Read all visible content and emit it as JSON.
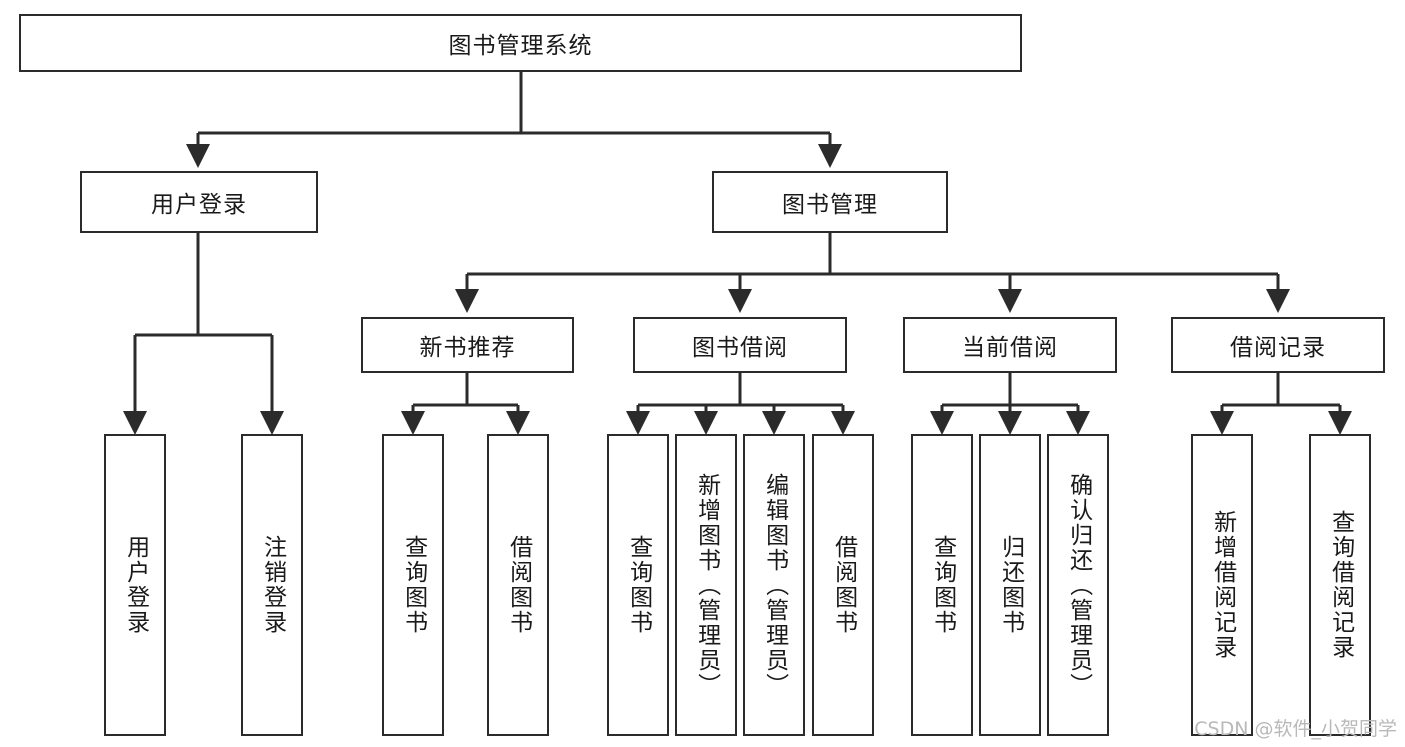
{
  "diagram": {
    "title": "图书管理系统",
    "type": "hierarchy-tree",
    "root": {
      "label": "图书管理系统"
    },
    "level2": [
      {
        "label": "用户登录"
      },
      {
        "label": "图书管理"
      }
    ],
    "level3": [
      {
        "label": "新书推荐"
      },
      {
        "label": "图书借阅"
      },
      {
        "label": "当前借阅"
      },
      {
        "label": "借阅记录"
      }
    ],
    "leaves": {
      "user_login": [
        {
          "label": "用户登录"
        },
        {
          "label": "注销登录"
        }
      ],
      "new_book": [
        {
          "label": "查询图书"
        },
        {
          "label": "借阅图书"
        }
      ],
      "book_borrow": [
        {
          "label": "查询图书"
        },
        {
          "label": "新增图书（管理员）"
        },
        {
          "label": "编辑图书（管理员）"
        },
        {
          "label": "借阅图书"
        }
      ],
      "current_borrow": [
        {
          "label": "查询图书"
        },
        {
          "label": "归还图书"
        },
        {
          "label": "确认归还（管理员）"
        }
      ],
      "borrow_record": [
        {
          "label": "新增借阅记录"
        },
        {
          "label": "查询借阅记录"
        }
      ]
    }
  },
  "watermark": {
    "text": "CSDN @软件_小贺同学"
  },
  "colors": {
    "stroke": "#2b2b2b",
    "box_fill": "#ffffff",
    "text": "#1a1a1a",
    "watermark": "#b9b9b9",
    "background": "#ffffff"
  }
}
